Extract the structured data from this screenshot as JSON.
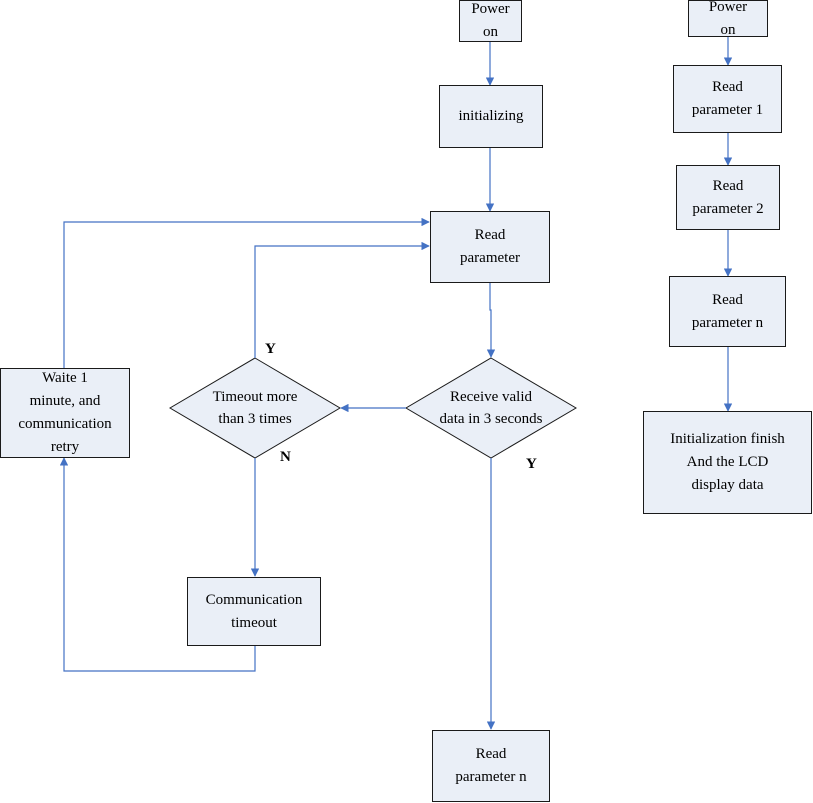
{
  "colors": {
    "box_fill": "#eaeff7",
    "box_border": "#1a1a1a",
    "connector": "#4472c4",
    "background": "#ffffff"
  },
  "flow_left": {
    "power_on": "Power\non",
    "initializing": "initializing",
    "read_parameter": "Read\nparameter",
    "receive_valid": "Receive valid\ndata in 3 seconds",
    "timeout_more": "Timeout more\nthan 3 times",
    "wait_retry": "Waite 1\nminute,  and\ncommunication\nretry",
    "communication_timeout": "Communication\ntimeout",
    "read_parameter_n": "Read\nparameter n",
    "label_y_timeout": "Y",
    "label_n_timeout": "N",
    "label_y_receive": "Y"
  },
  "flow_right": {
    "power_on": "Power\non",
    "read_parameter_1": "Read\nparameter 1",
    "read_parameter_2": "Read\nparameter 2",
    "read_parameter_n": "Read\nparameter n",
    "init_finish": "Initialization finish\nAnd  the LCD\ndisplay data"
  }
}
